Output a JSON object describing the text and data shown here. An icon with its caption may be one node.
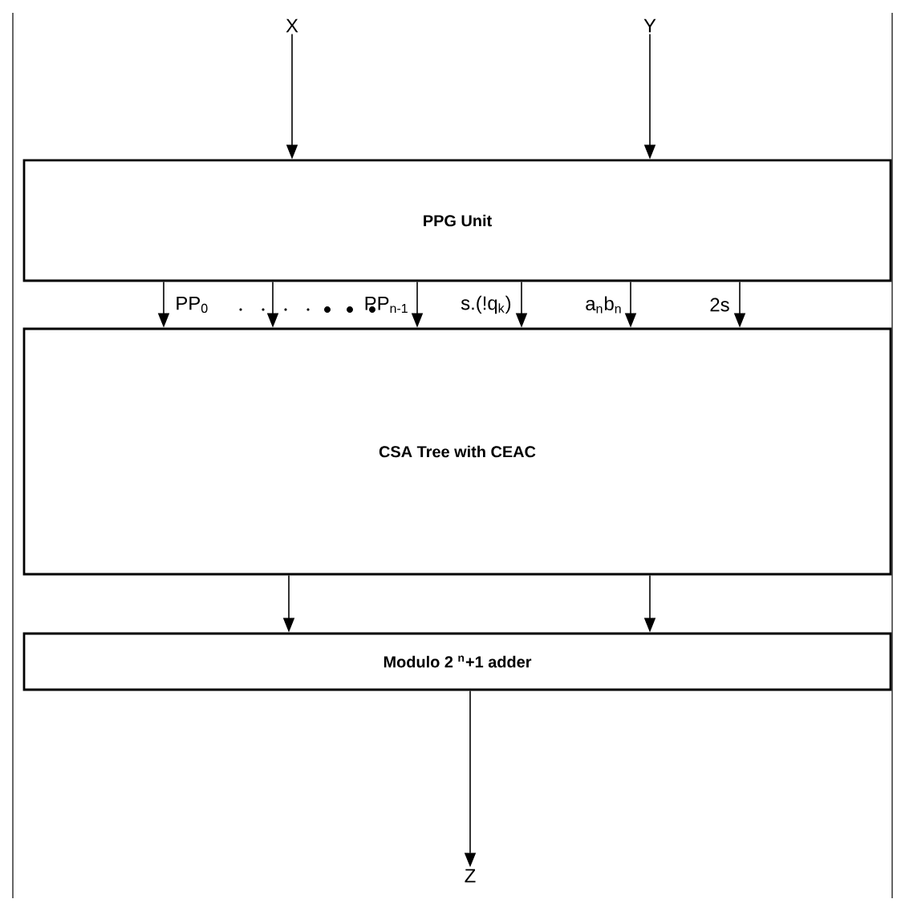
{
  "diagram": {
    "nodes": [
      {
        "text": [
          "X"
        ]
      },
      {
        "text": [
          "Y"
        ]
      },
      {
        "text": [
          "**PPG Unit**"
        ]
      },
      {
        "text": [
          "**CSA Tree with CEAC**"
        ]
      },
      {
        "text": [
          "**Modulo 2 $^{n}$+1 adder**"
        ]
      },
      {
        "text": [
          "Z"
        ]
      }
    ],
    "edges": [
      {
        "from": 0,
        "to": 2,
        "arrow": "to"
      },
      {
        "from": 1,
        "to": 2,
        "arrow": "to"
      },
      {
        "from": 2,
        "to": 3,
        "arrow": "to"
      },
      {
        "from": 2,
        "to": 3,
        "arrow": "to"
      },
      {
        "from": 2,
        "to": 3,
        "arrow": "to"
      },
      {
        "from": 2,
        "to": 3,
        "arrow": "to"
      },
      {
        "from": 2,
        "to": 3,
        "arrow": "to"
      },
      {
        "from": 2,
        "to": 3,
        "arrow": "to"
      },
      {
        "from": 3,
        "to": 4,
        "arrow": "to"
      },
      {
        "from": 3,
        "to": 4,
        "arrow": "to"
      },
      {
        "from": 4,
        "to": 5,
        "arrow": "to"
      }
    ],
    "labels": [
      "PP$_{0}$",
      "PP$_{n-1}$",
      "s.(!q$_{k}$)",
      "a$_{n}$b$_{n}$",
      "2s"
    ]
  }
}
